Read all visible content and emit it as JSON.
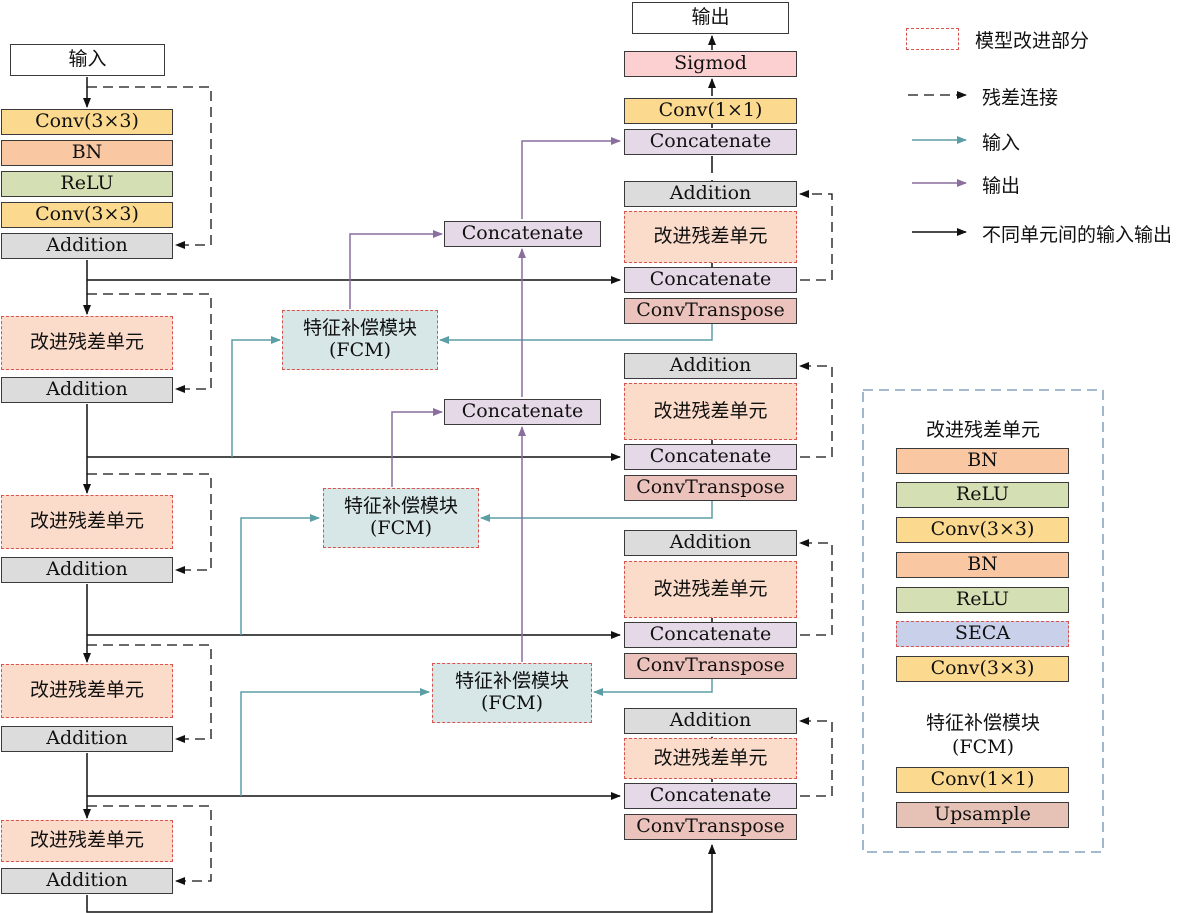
{
  "labels": {
    "input": "输入",
    "output": "输出",
    "conv3": "Conv(3×3)",
    "conv1": "Conv(1×1)",
    "bn": "BN",
    "relu": "ReLU",
    "addition": "Addition",
    "concatenate": "Concatenate",
    "convtranspose": "ConvTranspose",
    "sigmod": "Sigmod",
    "improved_unit": "改进残差单元",
    "fcm_name": "特征补偿模块",
    "fcm_abbr": "(FCM)",
    "seca": "SECA",
    "upsample": "Upsample"
  },
  "legend": {
    "improved": "模型改进部分",
    "residual": "残差连接",
    "input": "输入",
    "output": "输出",
    "between": "不同单元间的输入输出"
  },
  "detail": {
    "title": "改进残差单元",
    "fcm_title": "特征补偿模块",
    "fcm_abbr": "(FCM)"
  },
  "colors": {
    "teal_arrow": "#5b9ea6",
    "purple_arrow": "#8a6f9e",
    "improved_border": "#d9534f",
    "detail_border": "#6f8fb5"
  }
}
